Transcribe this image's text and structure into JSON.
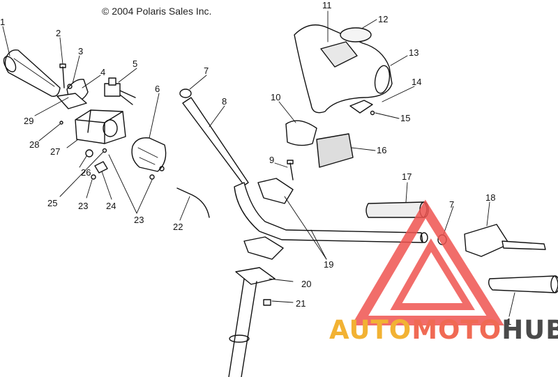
{
  "copyright": "© 2004 Polaris Sales Inc.",
  "callouts": [
    "1",
    "2",
    "3",
    "4",
    "5",
    "6",
    "7",
    "8",
    "9",
    "10",
    "11",
    "12",
    "13",
    "14",
    "15",
    "16",
    "17",
    "18",
    "7",
    "1",
    "29",
    "28",
    "27",
    "26",
    "25",
    "23",
    "24",
    "23",
    "22",
    "19",
    "20",
    "21"
  ],
  "watermark": {
    "part1": "AUTO",
    "part2": "MOTO",
    "part3": "HUB",
    "color1": "#f2b233",
    "color2": "#f06a54",
    "color3": "#4a4a4a",
    "triangle_color": "#ef5350"
  }
}
